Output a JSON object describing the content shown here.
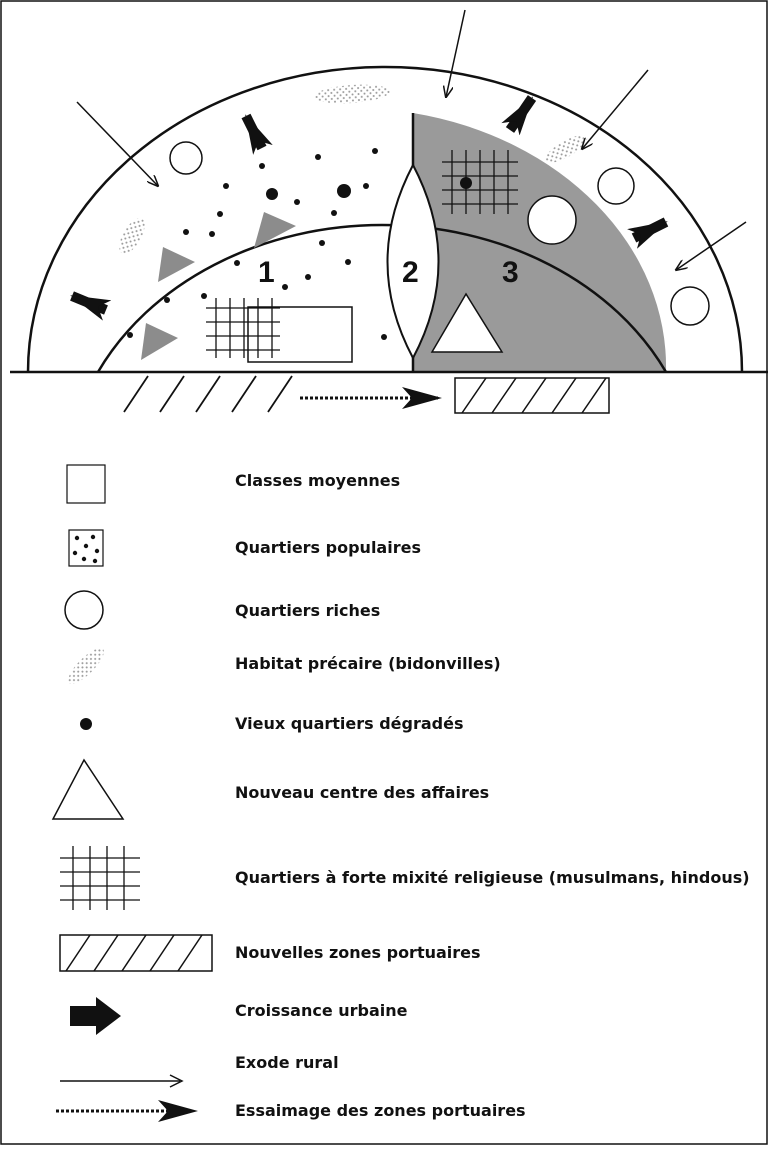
{
  "diagram": {
    "zones": [
      {
        "number": "1"
      },
      {
        "number": "2"
      },
      {
        "number": "3"
      }
    ],
    "colors": {
      "zone3_fill": "#9a9a9a",
      "stroke": "#111111",
      "background": "#ffffff",
      "triangle_grey": "#8c8c8c",
      "shanty": "#9a9a9a"
    }
  },
  "legend": {
    "items": [
      {
        "icon": "middle-class-square-icon",
        "label": "Classes moyennes"
      },
      {
        "icon": "popular-neighborhood-dotted-square-icon",
        "label": "Quartiers populaires"
      },
      {
        "icon": "rich-neighborhood-circle-icon",
        "label": "Quartiers riches"
      },
      {
        "icon": "slum-stipple-icon",
        "label": "Habitat précaire (bidonvilles)"
      },
      {
        "icon": "old-degraded-dot-icon",
        "label": "Vieux quartiers dégradés"
      },
      {
        "icon": "business-center-triangle-icon",
        "label": "Nouveau centre des affaires"
      },
      {
        "icon": "religious-mix-grid-icon",
        "label": "Quartiers à forte mixité religieuse (musulmans, hindous)"
      },
      {
        "icon": "port-zone-hatched-icon",
        "label": "Nouvelles zones portuaires"
      },
      {
        "icon": "urban-growth-arrow-icon",
        "label": "Croissance urbaine"
      },
      {
        "icon": "rural-exodus-arrow-icon",
        "label": "Exode rural"
      },
      {
        "icon": "port-spread-dotted-arrow-icon",
        "label": "Essaimage des zones portuaires"
      }
    ]
  }
}
